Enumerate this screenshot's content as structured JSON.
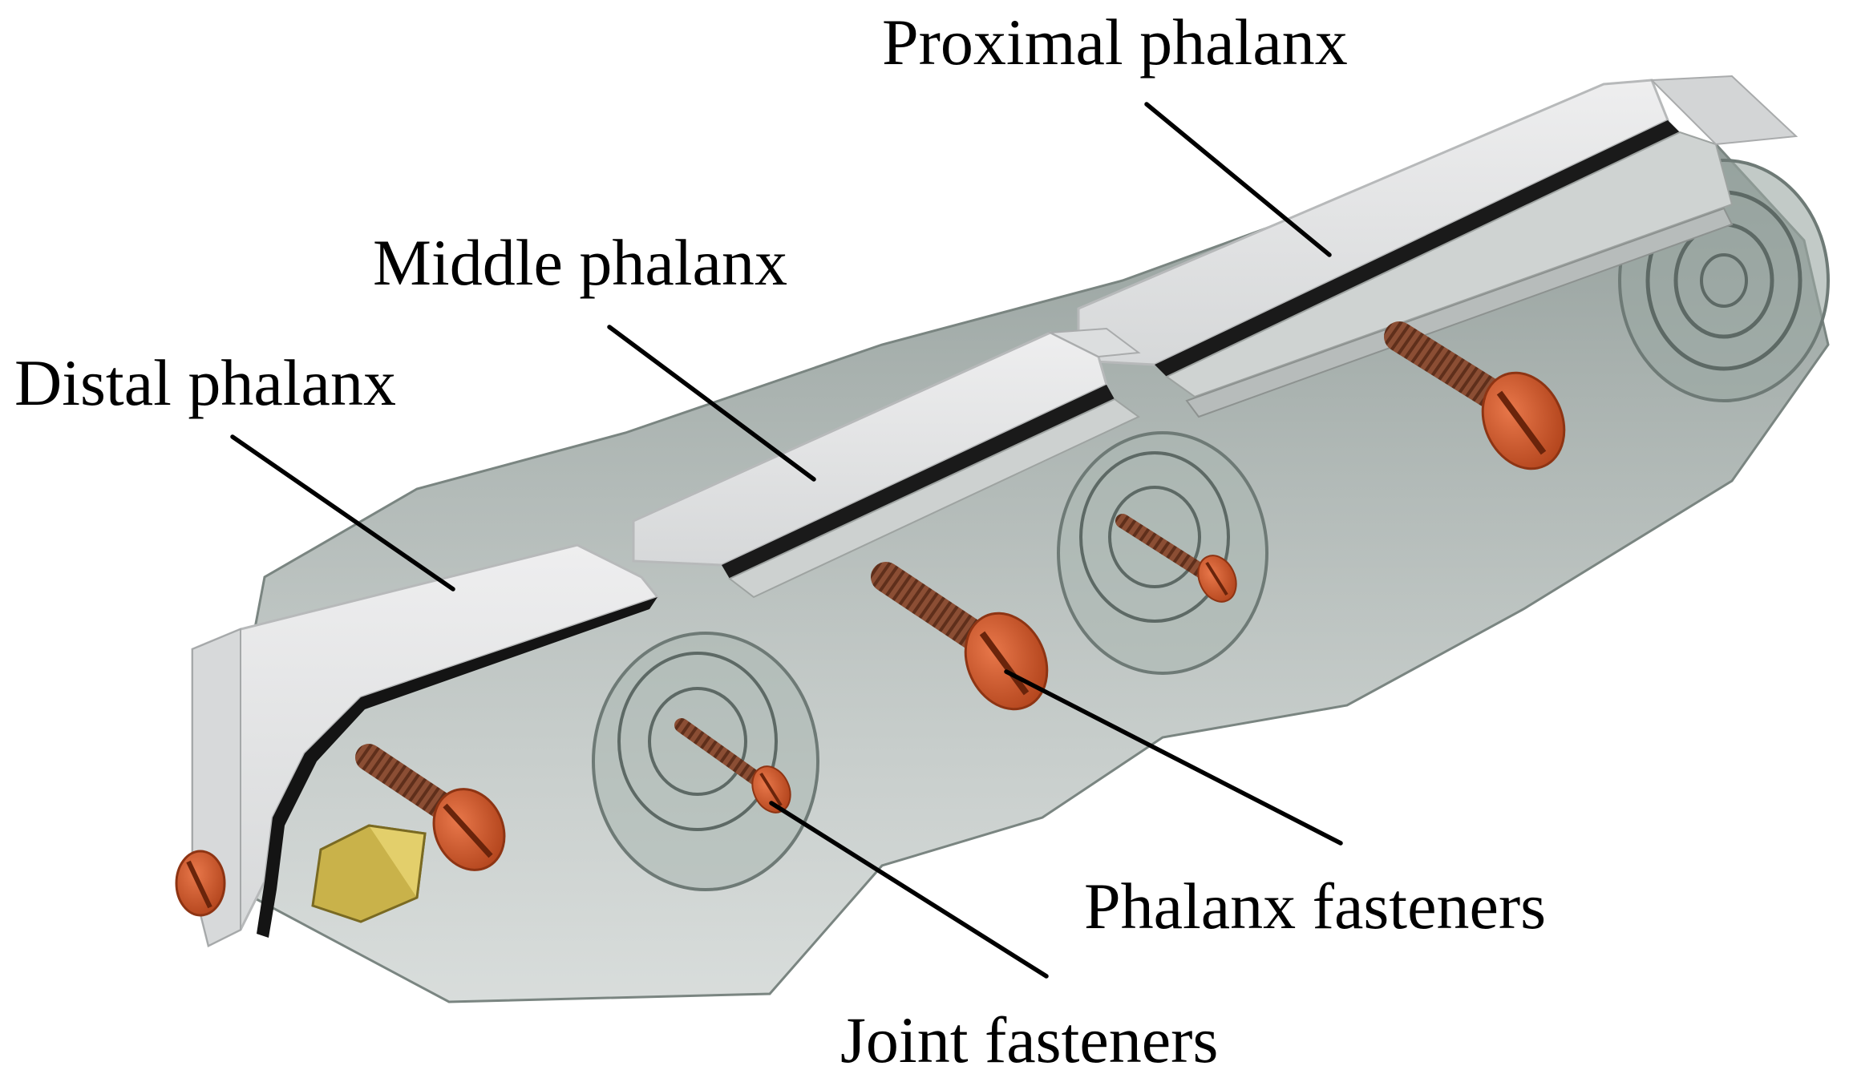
{
  "labels": {
    "proximal": "Proximal phalanx",
    "middle": "Middle phalanx",
    "distal": "Distal phalanx",
    "phalanx_fasteners": "Phalanx fasteners",
    "joint_fasteners": "Joint fasteners"
  },
  "colors": {
    "shell_light": "#e3e4e5",
    "shell_mid": "#cfd1d2",
    "shell_edge": "#111111",
    "transparent_body": "#8e9a96",
    "fastener": "#cf5a2e",
    "fastener_dark": "#9a3a18",
    "thread": "#8a4a30",
    "insert_yellow": "#c9b24a",
    "leader_line": "#000000"
  }
}
